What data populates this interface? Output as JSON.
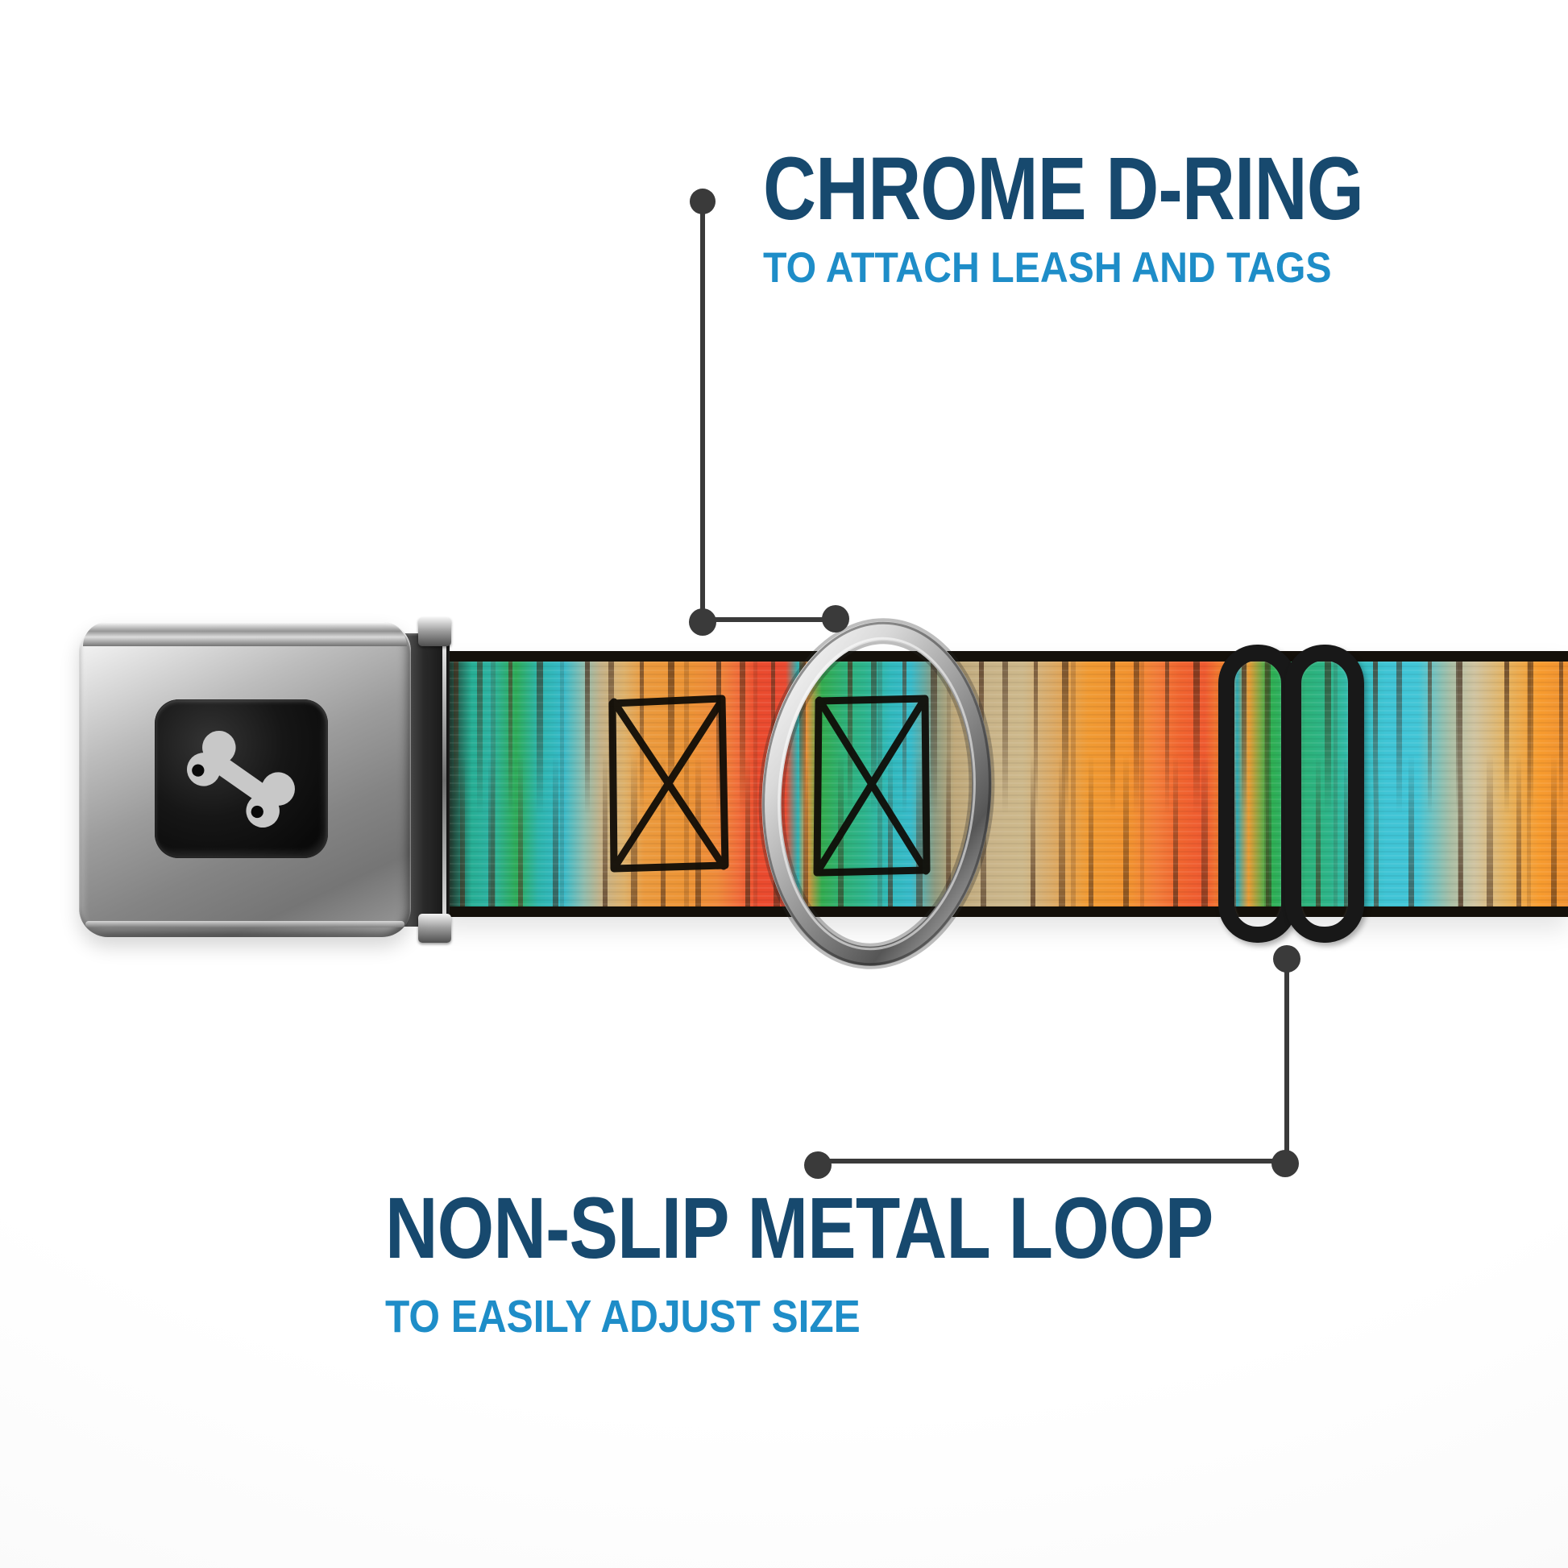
{
  "callouts": {
    "top": {
      "title": "CHROME D-RING",
      "subtitle": "TO ATTACH LEASH AND TAGS"
    },
    "bottom": {
      "title": "NON-SLIP METAL LOOP",
      "subtitle": "TO EASILY ADJUST SIZE"
    }
  },
  "icons": {
    "buckle_emblem": "dog-bone-icon"
  },
  "colors": {
    "title_navy": "#17496e",
    "subtitle_blue": "#1e8dc8",
    "callout_line": "#3a3a3a",
    "buckle_silver": "#aeaeae",
    "buckle_window_black": "#0c0c0c",
    "bone_gray": "#c8c8c8",
    "dring_chrome": "#d6d6d6",
    "slider_black": "#181818",
    "webbing_edge_black": "#14100a",
    "stitch_black": "#0f0c07"
  },
  "collar": {
    "gradient_stops": [
      [
        "#2a2115",
        0
      ],
      [
        "#223c31",
        1
      ],
      [
        "#27ae94",
        2.9
      ],
      [
        "#2db2a2",
        4.6
      ],
      [
        "#2fab58",
        6.8
      ],
      [
        "#2db4ab",
        8.8
      ],
      [
        "#36bac8",
        11
      ],
      [
        "#8fbcae",
        12.8
      ],
      [
        "#c3b188",
        14.3
      ],
      [
        "#ddb06a",
        16.4
      ],
      [
        "#eb9a3e",
        18.2
      ],
      [
        "#ec9435",
        21.8
      ],
      [
        "#ee8a3a",
        24.6
      ],
      [
        "#f06f3a",
        26.4
      ],
      [
        "#ea4b2e",
        28.2
      ],
      [
        "#e94a31",
        30.7
      ],
      [
        "#2cb4b4",
        31.8
      ],
      [
        "#ec8f3a",
        32.5
      ],
      [
        "#33ab4f",
        33.9
      ],
      [
        "#2eb077",
        35.9
      ],
      [
        "#2db48e",
        37.8
      ],
      [
        "#31b9bd",
        40
      ],
      [
        "#38bac9",
        41.8
      ],
      [
        "#8c9a80",
        43.9
      ],
      [
        "#bfa87a",
        45.7
      ],
      [
        "#c9b489",
        48.9
      ],
      [
        "#cdb88b",
        51.7
      ],
      [
        "#dca862",
        54.6
      ],
      [
        "#f09a33",
        57.5
      ],
      [
        "#f1932f",
        61
      ],
      [
        "#f27e3a",
        63.5
      ],
      [
        "#f0642f",
        65.7
      ],
      [
        "#ee5a30",
        67.8
      ],
      [
        "#f3862f",
        69.6
      ],
      [
        "#2fa8b0",
        70.7
      ],
      [
        "#e89a35",
        71.7
      ],
      [
        "#2fae4f",
        73.5
      ],
      [
        "#2cb174",
        76
      ],
      [
        "#2db489",
        78.9
      ],
      [
        "#35bdbd",
        81.4
      ],
      [
        "#3fc4d5",
        83.9
      ],
      [
        "#42c5d6",
        86.7
      ],
      [
        "#a8bda4",
        89.6
      ],
      [
        "#cfc3a0",
        91.7
      ],
      [
        "#e5b25f",
        94.6
      ],
      [
        "#f79b2e",
        97.5
      ],
      [
        "#ef9232",
        100
      ]
    ]
  }
}
